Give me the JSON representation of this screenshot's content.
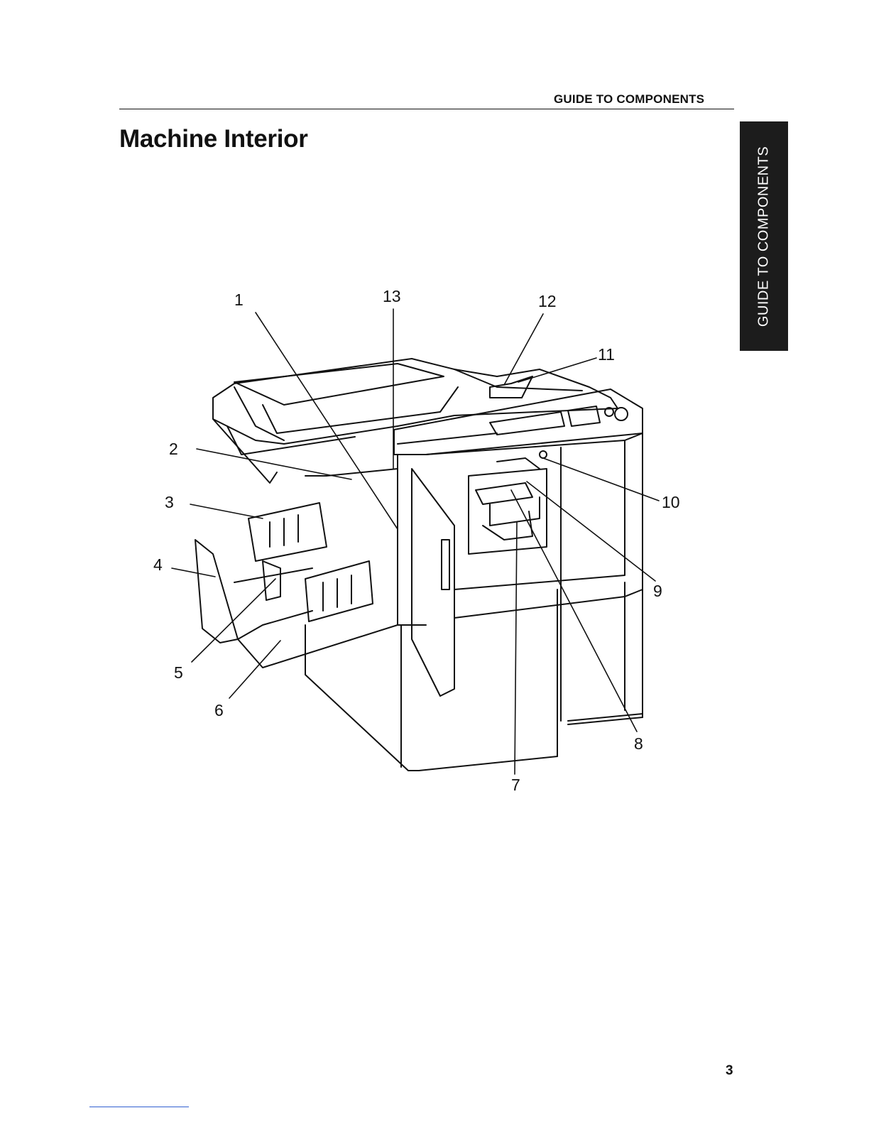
{
  "header": {
    "running_head": "GUIDE TO COMPONENTS",
    "section_tab": "GUIDE TO COMPONENTS"
  },
  "page_title": "Machine Interior",
  "figure": {
    "callouts": [
      "1",
      "2",
      "3",
      "4",
      "5",
      "6",
      "7",
      "8",
      "9",
      "10",
      "11",
      "12",
      "13"
    ]
  },
  "footer": {
    "page_number": "3"
  }
}
